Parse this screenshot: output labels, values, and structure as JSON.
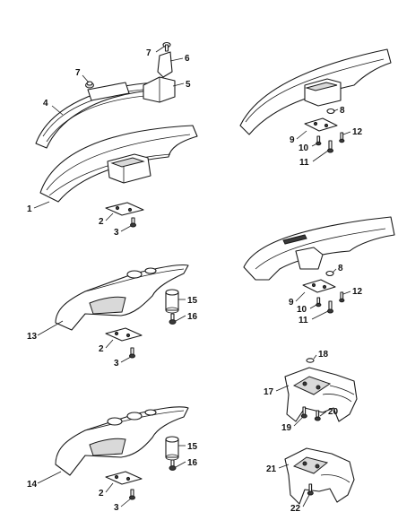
{
  "callouts": {
    "n1": "1",
    "n2a": "2",
    "n3a": "3",
    "n4": "4",
    "n5": "5",
    "n6": "6",
    "n7a": "7",
    "n7b": "7",
    "n8a": "8",
    "n9a": "9",
    "n10a": "10",
    "n11a": "11",
    "n12a": "12",
    "n13": "13",
    "n2b": "2",
    "n3b": "3",
    "n15a": "15",
    "n16a": "16",
    "n8b": "8",
    "n9b": "9",
    "n10b": "10",
    "n11b": "11",
    "n12b": "12",
    "n14": "14",
    "n2c": "2",
    "n3c": "3",
    "n15b": "15",
    "n16b": "16",
    "n17": "17",
    "n18": "18",
    "n19": "19",
    "n20": "20",
    "n21": "21",
    "n22": "22"
  }
}
